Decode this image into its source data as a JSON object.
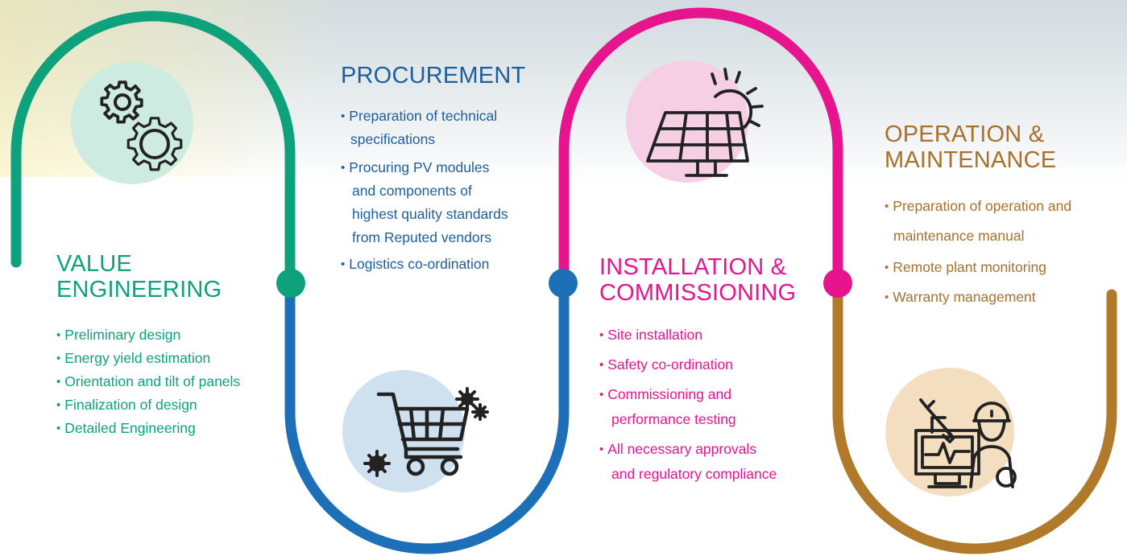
{
  "colors": {
    "green": "#0ea27c",
    "blue": "#1d6fb8",
    "pink": "#e6158e",
    "brown": "#b07a2a"
  },
  "stages": [
    {
      "id": "value-engineering",
      "heading": [
        "VALUE",
        "ENGINEERING"
      ],
      "color": "#0ea27c",
      "icon": "gears-icon",
      "points": [
        [
          "Preliminary design"
        ],
        [
          "Energy yield estimation"
        ],
        [
          "Orientation and tilt of panels"
        ],
        [
          "Finalization of design"
        ],
        [
          "Detailed Engineering"
        ]
      ]
    },
    {
      "id": "procurement",
      "heading": [
        "PROCUREMENT"
      ],
      "color": "#1d6fb8",
      "icon": "shopping-cart-icon",
      "points": [
        [
          "Preparation of technical",
          "specifications"
        ],
        [
          "Procuring PV modules",
          "and components of",
          "highest quality standards",
          "from Reputed vendors"
        ],
        [
          "Logistics co-ordination"
        ]
      ]
    },
    {
      "id": "installation-commissioning",
      "heading": [
        "INSTALLATION &",
        "COMMISSIONING"
      ],
      "color": "#e6158e",
      "icon": "solar-panel-icon",
      "points": [
        [
          "Site installation"
        ],
        [
          "Safety co-ordination"
        ],
        [
          "Commissioning and",
          "performance testing"
        ],
        [
          "All necessary approvals",
          "and regulatory compliance"
        ]
      ]
    },
    {
      "id": "operation-maintenance",
      "heading": [
        "OPERATION &",
        "MAINTENANCE"
      ],
      "color": "#b07a2a",
      "icon": "technician-monitor-icon",
      "points": [
        [
          "Preparation of operation and",
          "maintenance manual"
        ],
        [
          "Remote plant monitoring"
        ],
        [
          "Warranty management"
        ]
      ]
    }
  ],
  "bullet": "•"
}
